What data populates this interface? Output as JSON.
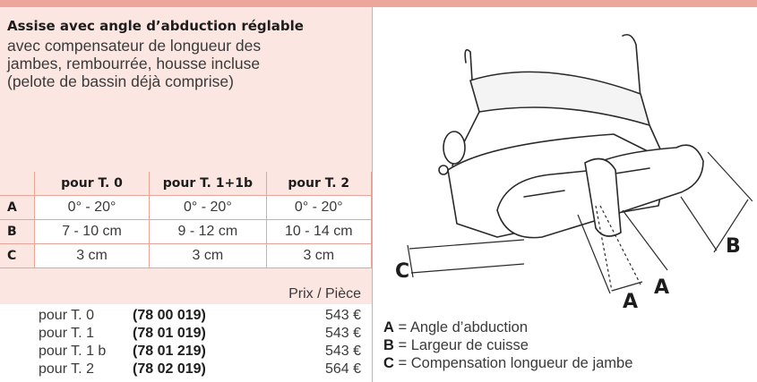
{
  "product": {
    "title": "Assise avec angle d’abduction réglable",
    "description_lines": [
      "avec compensateur de longueur des",
      "jambes, rembourrée, housse incluse",
      "(pelote de bassin déjà comprise)"
    ]
  },
  "specs_table": {
    "headers": [
      "pour T. 0",
      "pour T. 1+1b",
      "pour T. 2"
    ],
    "rows": [
      {
        "label": "A",
        "values": [
          "0° - 20°",
          "0° - 20°",
          "0° - 20°"
        ]
      },
      {
        "label": "B",
        "values": [
          "7 - 10 cm",
          "9 - 12 cm",
          "10 - 14 cm"
        ]
      },
      {
        "label": "C",
        "values": [
          "3 cm",
          "3 cm",
          "3 cm"
        ]
      }
    ]
  },
  "pricing": {
    "header": "Prix / Pièce",
    "rows": [
      {
        "size": "pour T. 0",
        "ref": "(78 00 019)",
        "price": "543 €"
      },
      {
        "size": "pour T. 1",
        "ref": "(78 01 019)",
        "price": "543 €"
      },
      {
        "size": "pour T. 1 b",
        "ref": "(78 01 219)",
        "price": "543 €"
      },
      {
        "size": "pour T. 2",
        "ref": "(78 02 019)",
        "price": "564 €"
      }
    ]
  },
  "figure_labels": {
    "a1": "A",
    "a2": "A",
    "b": "B",
    "c": "C"
  },
  "legend": [
    {
      "key": "A",
      "text": " = Angle d’abduction"
    },
    {
      "key": "B",
      "text": " = Largeur de cuisse"
    },
    {
      "key": "C",
      "text": " = Compensation longueur de jambe"
    }
  ],
  "colors": {
    "accent": "#eda69b",
    "panel": "#fbe6e1",
    "border": "#e7a59a",
    "text": "#3a3a3a"
  }
}
